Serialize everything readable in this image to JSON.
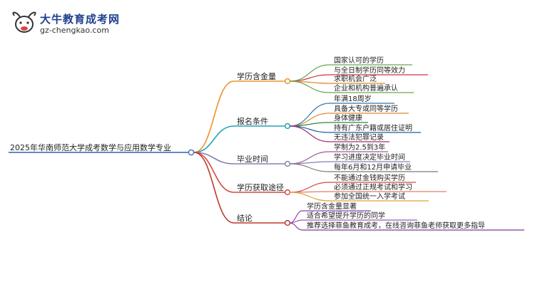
{
  "header": {
    "brand_title": "大牛教育成考网",
    "brand_url": "gz-chengkao.com",
    "logo_icon": "bull-logo-icon"
  },
  "mindmap": {
    "root": "2025年华南师范大学成考数学与应用数学专业",
    "branches": [
      {
        "label": "学历含金量",
        "color": "#f0922b",
        "children": [
          {
            "label": "国家认可的学历",
            "color": "#6aa84f"
          },
          {
            "label": "与全日制学历同等效力",
            "color": "#cc3344"
          },
          {
            "label": "求职机会广泛",
            "color": "#e0892b"
          },
          {
            "label": "企业和机构普遍承认",
            "color": "#6aa84f"
          }
        ]
      },
      {
        "label": "报名条件",
        "color": "#1fa3b8",
        "children": [
          {
            "label": "年满18周岁",
            "color": "#2a76b8"
          },
          {
            "label": "具备大专或同等学历",
            "color": "#e0892b"
          },
          {
            "label": "身体健康",
            "color": "#2e8b3a"
          },
          {
            "label": "持有广东户籍或居住证明",
            "color": "#1f5f9f"
          },
          {
            "label": "无违法犯罪记录",
            "color": "#a02e7e"
          }
        ]
      },
      {
        "label": "毕业时间",
        "color": "#8a7fb0",
        "children": [
          {
            "label": "学制为2.5到3年",
            "color": "#a05a9e"
          },
          {
            "label": "学习进度决定毕业时间",
            "color": "#8a7fb0"
          },
          {
            "label": "每年6月和12月申请毕业",
            "color": "#7a7a7a"
          }
        ]
      },
      {
        "label": "学历获取途径",
        "color": "#d9463f",
        "children": [
          {
            "label": "不能通过金钱购买学历",
            "color": "#d9463f"
          },
          {
            "label": "必须通过正规考试和学习",
            "color": "#e07d6a"
          },
          {
            "label": "参加全国统一入学考试",
            "color": "#e0a03a"
          }
        ]
      },
      {
        "label": "结论",
        "color": "#c0392b",
        "children": [
          {
            "label": "学历含金量显著",
            "color": "#8e44ad"
          },
          {
            "label": "适合希望提升学历的同学",
            "color": "#9b59b6"
          },
          {
            "label": "推荐选择菲鱼教育成考，在线咨询菲鱼老师获取更多指导",
            "color": "#7d3c98"
          }
        ]
      }
    ]
  }
}
